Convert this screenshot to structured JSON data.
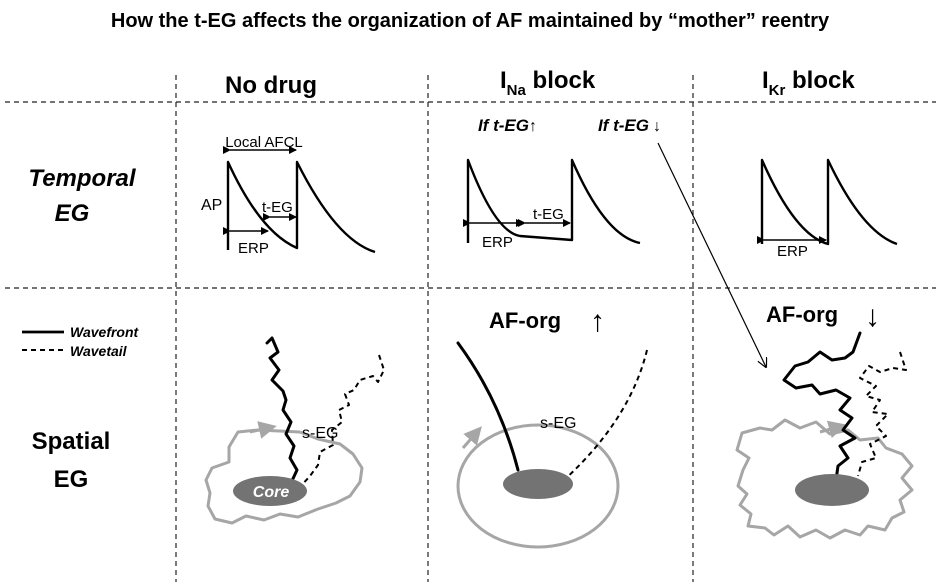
{
  "title": "How the t-EG affects the organization of AF maintained by “mother” reentry",
  "columns": {
    "no_drug": "No drug",
    "ina_main": "I",
    "ina_sub": "Na",
    "ina_suffix": " block",
    "ikr_main": "I",
    "ikr_sub": "Kr",
    "ikr_suffix": " block"
  },
  "rows": {
    "temporal_line1": "Temporal",
    "temporal_line2": "EG",
    "spatial_line1": "Spatial",
    "spatial_line2": "EG"
  },
  "legend": {
    "wavefront": "Wavefront",
    "wavetail": "Wavetail"
  },
  "labels": {
    "local_afcl": "Local AFCL",
    "ap": "AP",
    "t_eg": "t-EG",
    "erp": "ERP",
    "if_teg": "If t-EG",
    "up_arrow": "↑",
    "down_arrow": "↓",
    "af_org": "AF-org",
    "s_eg": "s-EG",
    "core": "Core"
  }
}
